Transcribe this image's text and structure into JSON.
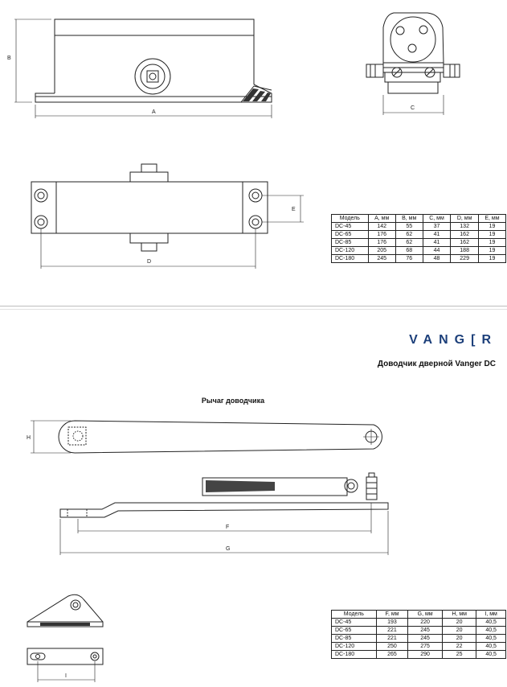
{
  "brand": {
    "text_left": "VANG",
    "text_bracket": "[",
    "text_right": "R"
  },
  "doc_title": "Доводчик дверной Vanger DC",
  "lever_section_title": "Рычаг доводчика",
  "dim_labels": {
    "A": "A",
    "B": "B",
    "C": "C",
    "D": "D",
    "E": "E",
    "F": "F",
    "G": "G",
    "H": "H",
    "I": "I"
  },
  "table1": {
    "headers": [
      "Модель",
      "A, мм",
      "B, мм",
      "C, мм",
      "D, мм",
      "E, мм"
    ],
    "rows": [
      [
        "DC-45",
        "142",
        "55",
        "37",
        "132",
        "19"
      ],
      [
        "DC-65",
        "176",
        "62",
        "41",
        "162",
        "19"
      ],
      [
        "DC-85",
        "176",
        "62",
        "41",
        "162",
        "19"
      ],
      [
        "DC-120",
        "205",
        "68",
        "44",
        "188",
        "19"
      ],
      [
        "DC-180",
        "245",
        "76",
        "48",
        "229",
        "19"
      ]
    ]
  },
  "table2": {
    "headers": [
      "Модель",
      "F, мм",
      "G, мм",
      "H, мм",
      "I, мм"
    ],
    "rows": [
      [
        "DC-45",
        "193",
        "220",
        "20",
        "40,5"
      ],
      [
        "DC-65",
        "221",
        "245",
        "20",
        "40,5"
      ],
      [
        "DC-85",
        "221",
        "245",
        "20",
        "40,5"
      ],
      [
        "DC-120",
        "250",
        "275",
        "22",
        "40,5"
      ],
      [
        "DC-180",
        "265",
        "290",
        "25",
        "40,5"
      ]
    ]
  }
}
